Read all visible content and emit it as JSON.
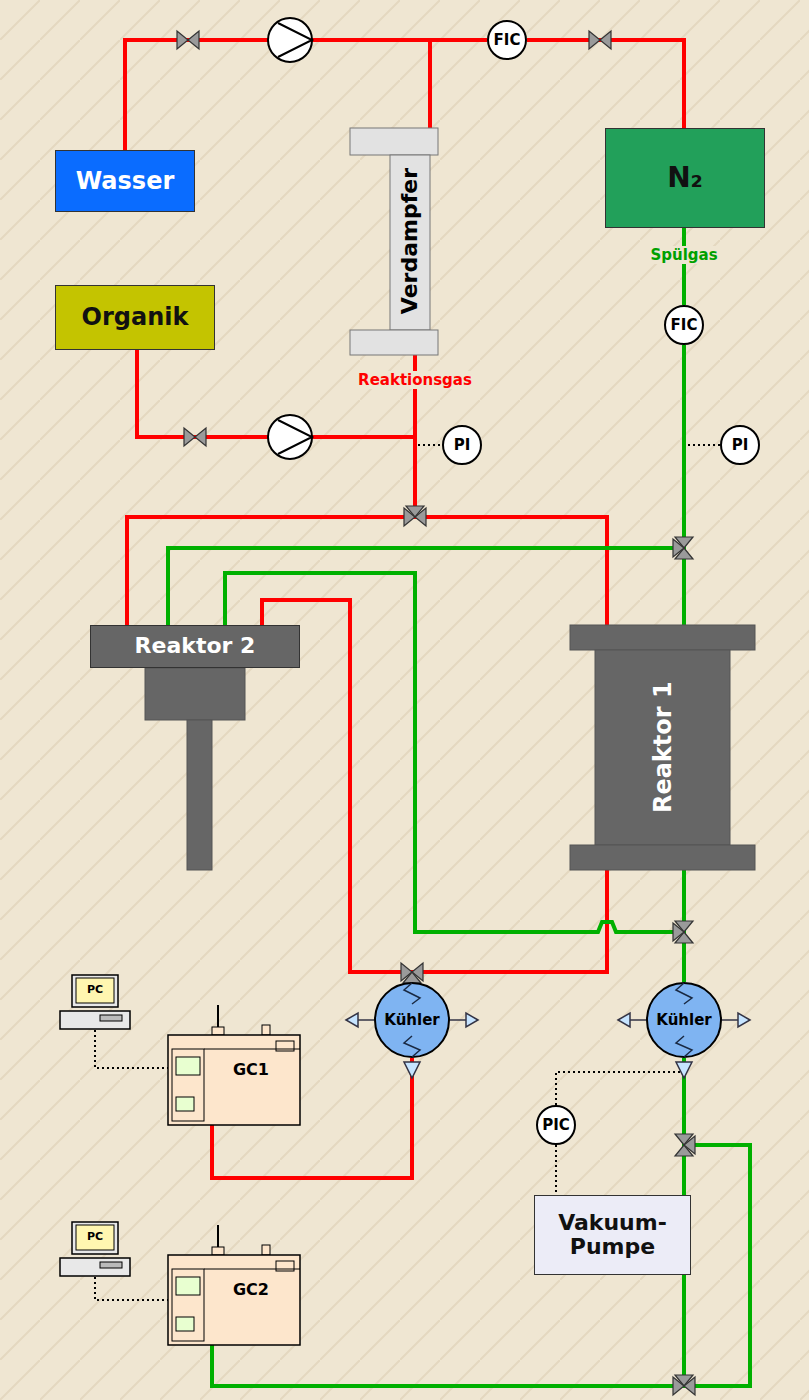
{
  "diagram": {
    "nodes": [
      {
        "text": [
          "Wasser"
        ]
      },
      {
        "text": [
          "FIC"
        ]
      },
      {
        "text": [
          "Verdampfer"
        ]
      },
      {
        "text": [
          "N₂"
        ]
      },
      {
        "text": [
          "Organik"
        ]
      },
      {
        "text": [
          "FIC"
        ]
      },
      {
        "text": [
          "PI"
        ]
      },
      {
        "text": [
          "PI"
        ]
      },
      {
        "text": [
          "Reaktor 2"
        ]
      },
      {
        "text": [
          "Reaktor 1"
        ]
      },
      {
        "text": [
          "PC"
        ]
      },
      {
        "text": [
          "GC1"
        ]
      },
      {
        "text": [
          "Kühler"
        ]
      },
      {
        "text": [
          "Kühler"
        ]
      },
      {
        "text": [
          "PIC"
        ]
      },
      {
        "text": [
          "PC"
        ]
      },
      {
        "text": [
          "GC2"
        ]
      },
      {
        "text": [
          "Vakuum- Pumpe"
        ]
      }
    ],
    "edges": [
      {
        "from": 0,
        "to": 2,
        "arrow": "none"
      },
      {
        "from": 3,
        "to": 1,
        "arrow": "none"
      },
      {
        "from": 1,
        "to": 2,
        "arrow": "none"
      },
      {
        "from": 2,
        "to": 8,
        "arrow": "none"
      },
      {
        "from": 2,
        "to": 9,
        "arrow": "none"
      },
      {
        "from": 4,
        "to": 8,
        "arrow": "none"
      },
      {
        "from": 4,
        "to": 9,
        "arrow": "none"
      },
      {
        "from": 3,
        "to": 5,
        "arrow": "none"
      },
      {
        "from": 5,
        "to": 9,
        "arrow": "none"
      },
      {
        "from": 5,
        "to": 8,
        "arrow": "none"
      },
      {
        "from": 8,
        "to": 12,
        "arrow": "none"
      },
      {
        "from": 9,
        "to": 12,
        "arrow": "none"
      },
      {
        "from": 8,
        "to": 13,
        "arrow": "none"
      },
      {
        "from": 9,
        "to": 13,
        "arrow": "none"
      },
      {
        "from": 12,
        "to": 11,
        "arrow": "none"
      },
      {
        "from": 13,
        "to": 17,
        "arrow": "none"
      },
      {
        "from": 17,
        "to": 16,
        "arrow": "none"
      },
      {
        "from": 13,
        "to": 16,
        "arrow": "none"
      },
      {
        "from": 14,
        "to": 17,
        "arrow": "none"
      },
      {
        "from": 10,
        "to": 11,
        "arrow": "none"
      },
      {
        "from": 15,
        "to": 16,
        "arrow": "none"
      }
    ],
    "labels": [
      "Reaktionsgas",
      "Spülgas"
    ]
  }
}
